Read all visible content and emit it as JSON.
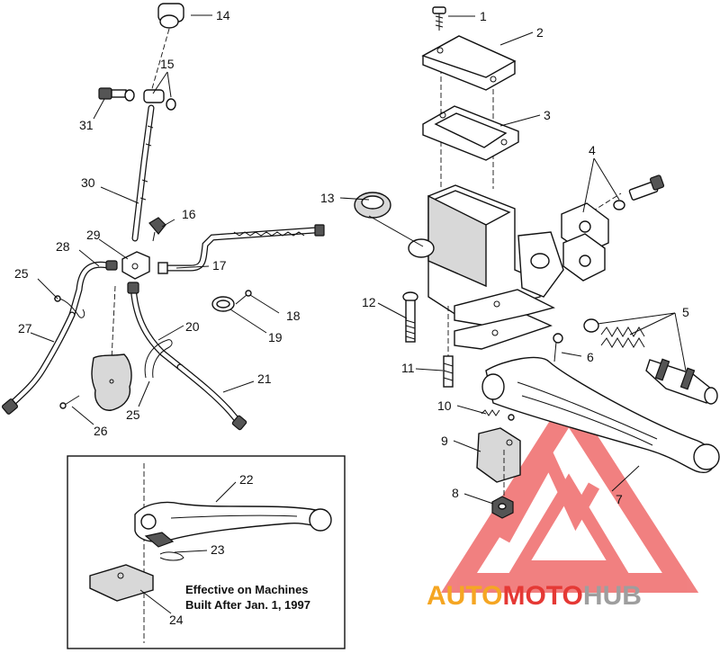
{
  "callouts": [
    "1",
    "2",
    "3",
    "4",
    "5",
    "6",
    "7",
    "8",
    "9",
    "10",
    "11",
    "12",
    "13",
    "14",
    "15",
    "16",
    "17",
    "18",
    "19",
    "20",
    "21",
    "22",
    "23",
    "24",
    "25",
    "26",
    "27",
    "28",
    "29",
    "30",
    "31"
  ],
  "second_25": "25",
  "inset_note": {
    "line1": "Effective on Machines",
    "line2": "Built After Jan. 1, 1997"
  },
  "watermark": {
    "part1": "AUTO",
    "part2": "MOTO",
    "part3": "HUB",
    "color1": "#f5a623",
    "color2": "#e53935",
    "color3": "#9e9e9e"
  }
}
